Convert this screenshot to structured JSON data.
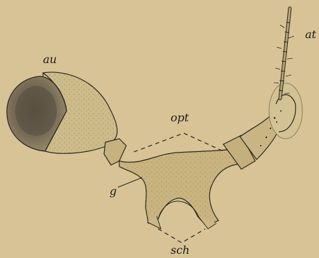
{
  "figure": {
    "labels": {
      "au": "au",
      "at": "at",
      "opt": "opt",
      "g": "g",
      "sch": "sch"
    },
    "colors": {
      "background": "#d7c396",
      "tissue": "#c8b482",
      "tissue_light": "#d0c090",
      "eye_dark": "#6f6552",
      "outline": "#2a2620"
    }
  }
}
